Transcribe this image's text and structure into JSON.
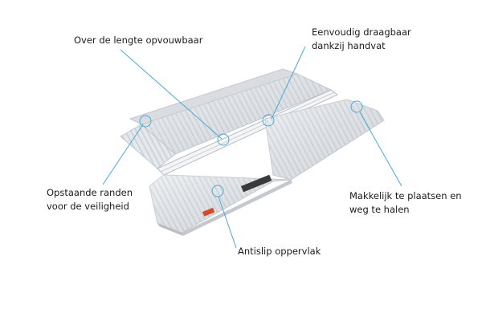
{
  "callouts": {
    "length_fold": {
      "line1": "Over de lengte opvouwbaar"
    },
    "handle": {
      "line1": "Eenvoudig draagbaar",
      "line2": "dankzij handvat"
    },
    "raised_edges": {
      "line1": "Opstaande randen",
      "line2": "voor de veiligheid"
    },
    "easy_place": {
      "line1": "Makkelijk te plaatsen en",
      "line2": "weg te halen"
    },
    "antislip": {
      "line1": "Antislip oppervlak"
    }
  },
  "colors": {
    "callout_line": "#4aa8d8",
    "ramp_light": "#eceef0",
    "ramp_mid": "#d4d8dc",
    "ramp_shadow": "#b9bec4",
    "text": "#1b1b1b"
  }
}
